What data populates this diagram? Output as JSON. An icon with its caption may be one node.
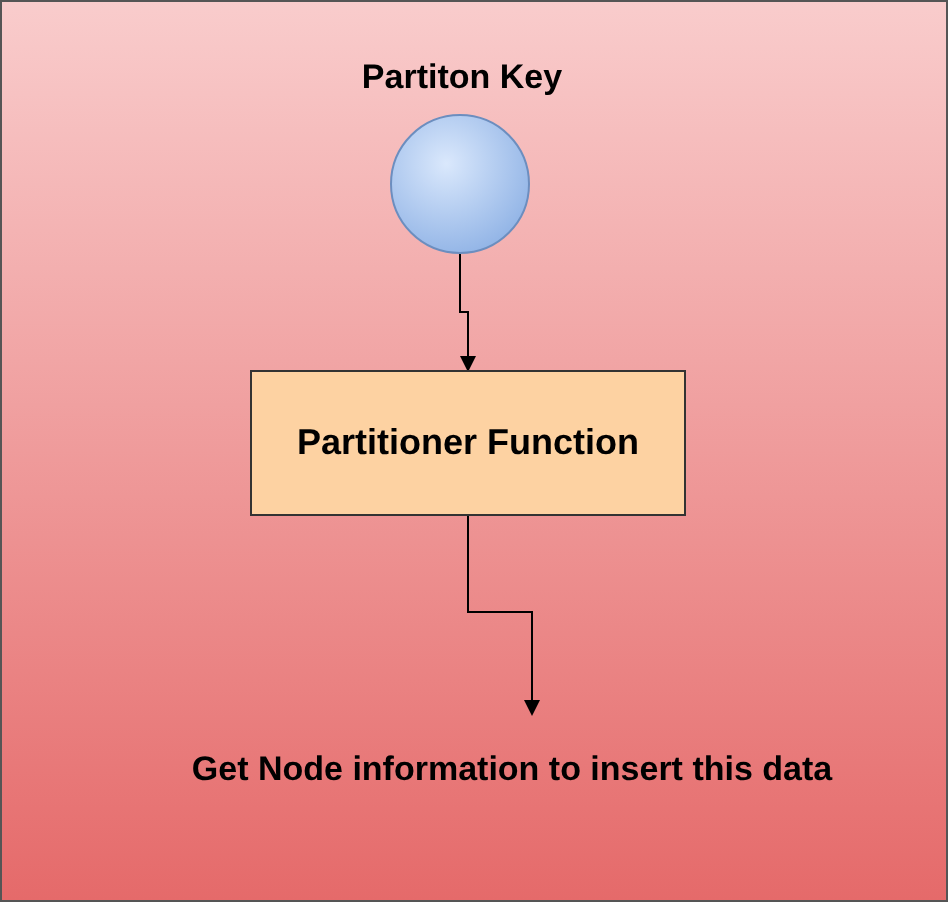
{
  "diagram": {
    "nodes": [
      {
        "text": [
          "Partiton Key"
        ]
      },
      {
        "text": [
          "Partitioner Function"
        ]
      },
      {
        "text": [
          "Get Node information to insert this data"
        ]
      }
    ],
    "edges": [
      {
        "from": 0,
        "to": 1,
        "arrow": "to"
      },
      {
        "from": 1,
        "to": 2,
        "arrow": "to"
      }
    ]
  }
}
